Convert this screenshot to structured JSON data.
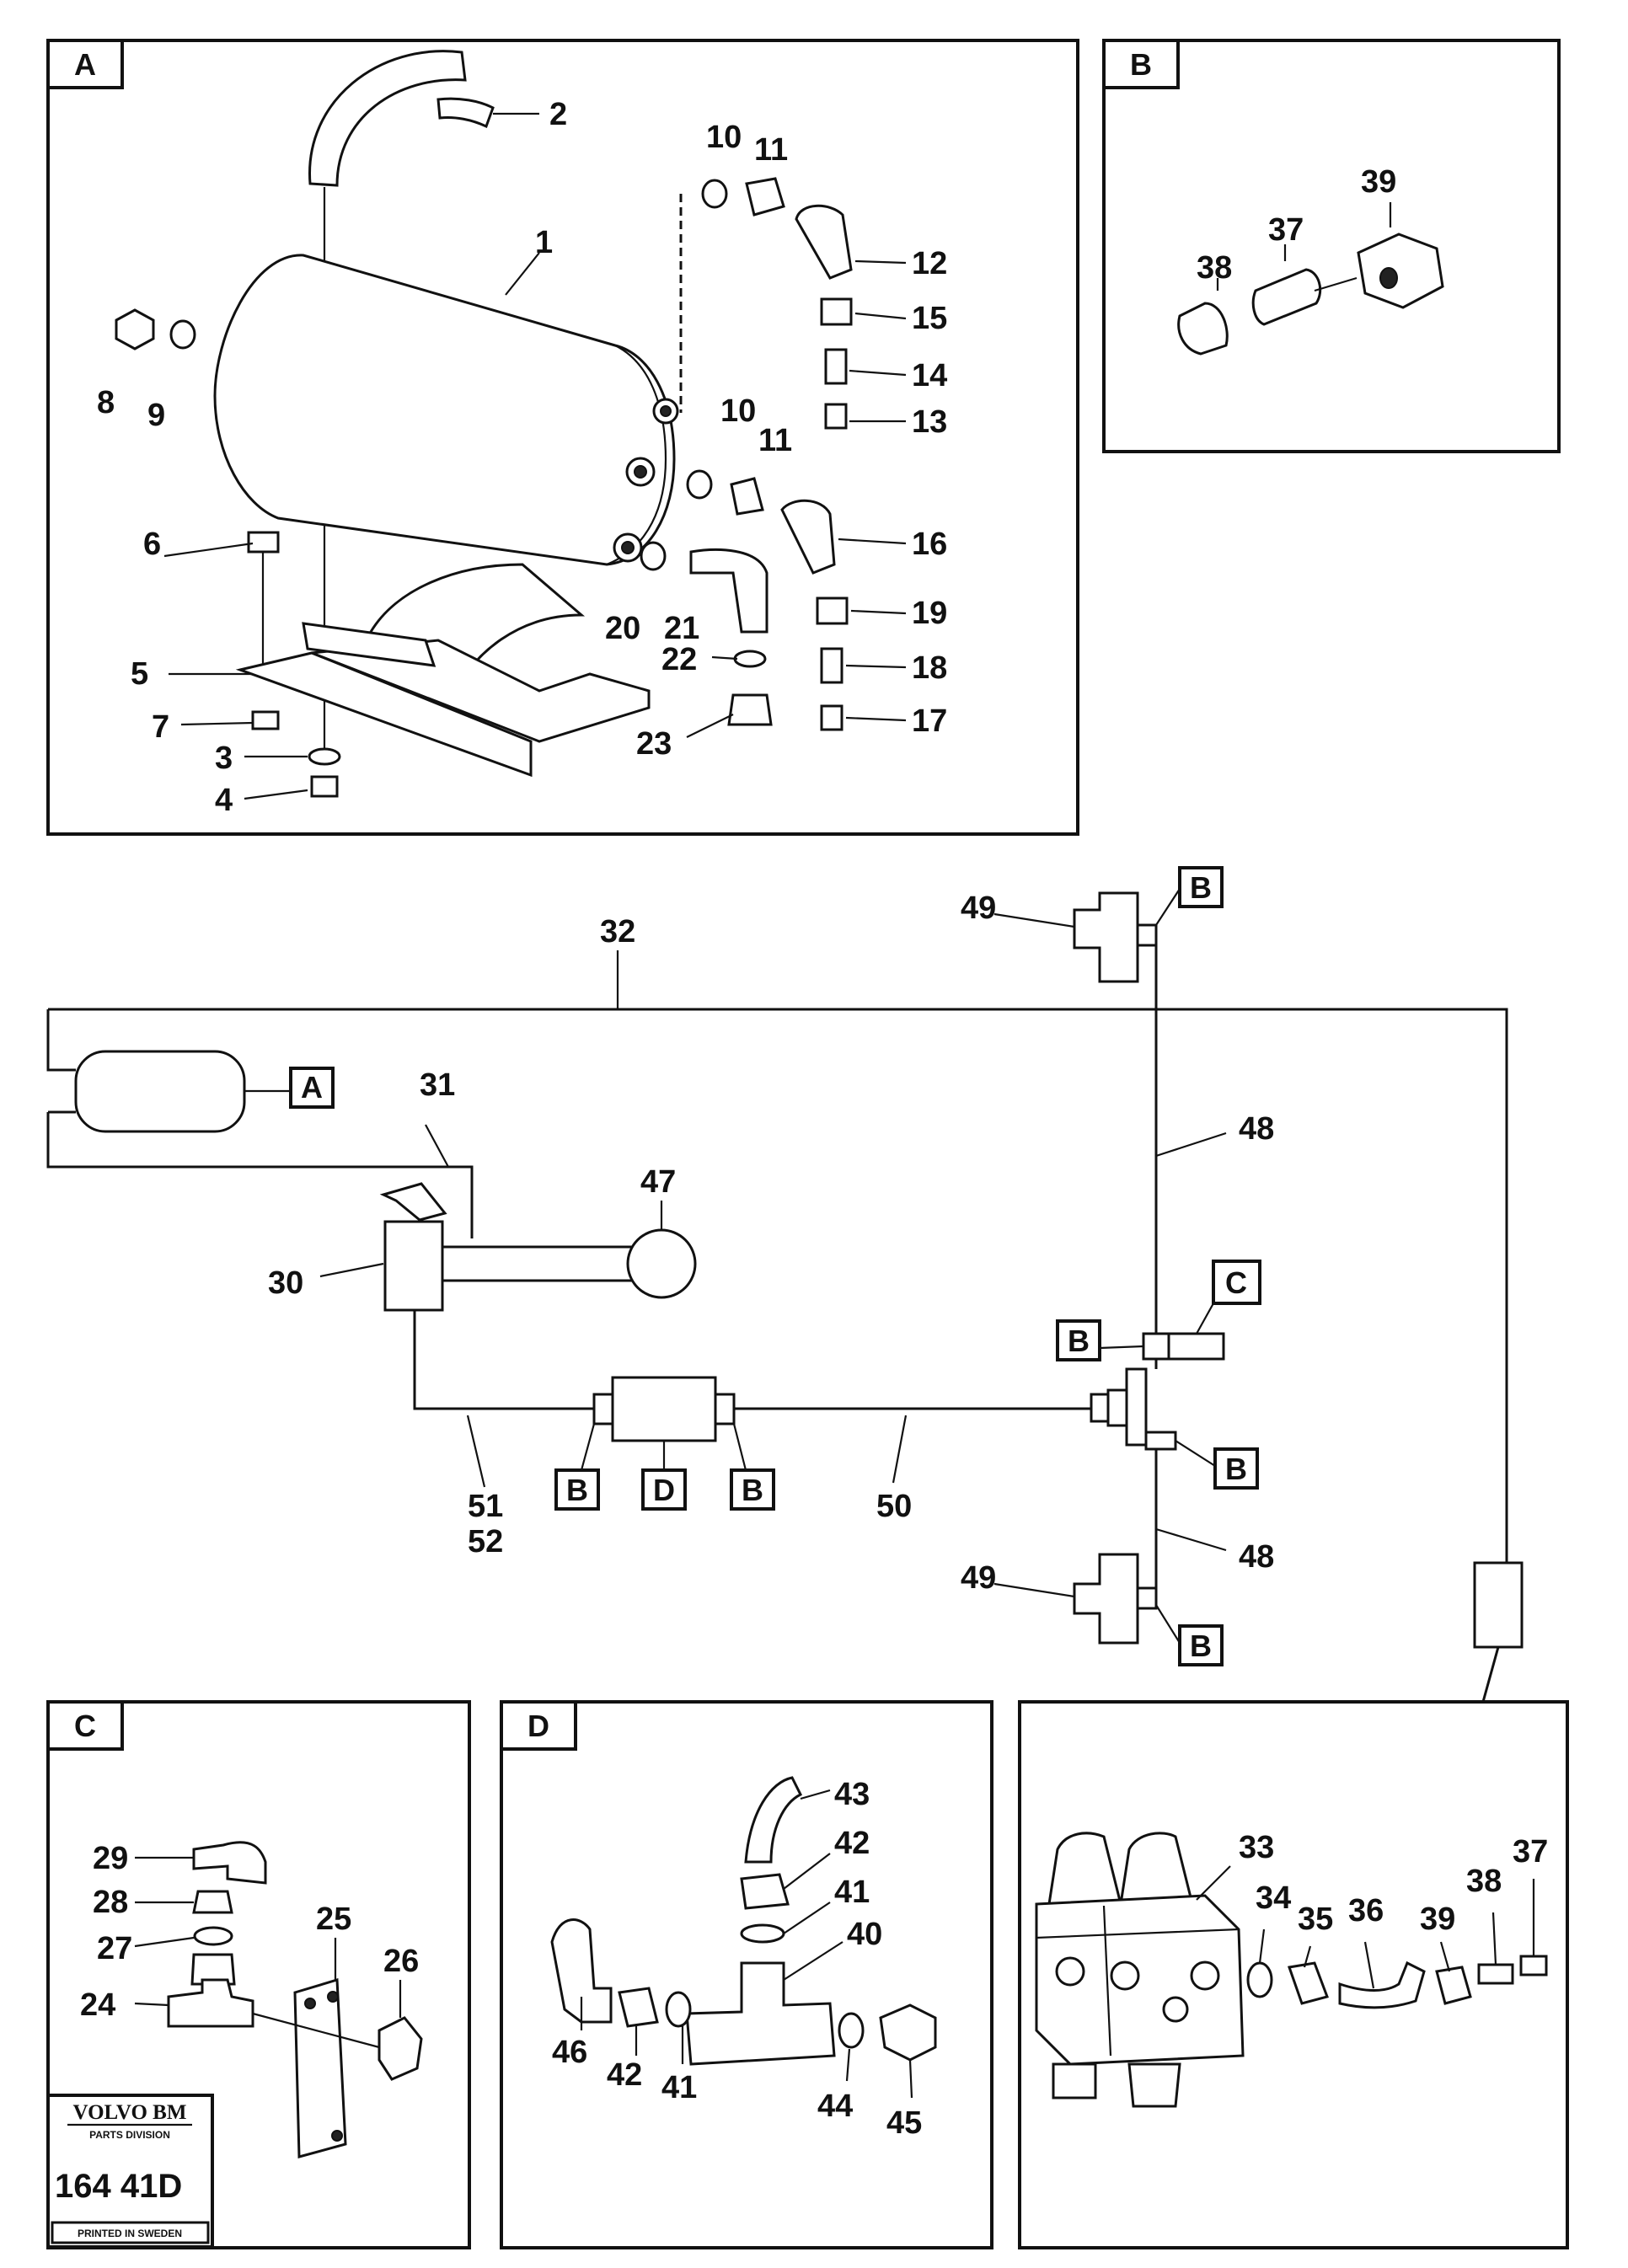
{
  "panels": {
    "A": "A",
    "B": "B",
    "C": "C",
    "D": "D"
  },
  "tags": {
    "tank": "A",
    "b": "B",
    "c": "C",
    "d": "D"
  },
  "part_numbers": {
    "p1": "1",
    "p2": "2",
    "p3": "3",
    "p4": "4",
    "p5": "5",
    "p6": "6",
    "p7": "7",
    "p8": "8",
    "p9": "9",
    "p10": "10",
    "p11": "11",
    "p12": "12",
    "p13": "13",
    "p14": "14",
    "p15": "15",
    "p16": "16",
    "p17": "17",
    "p18": "18",
    "p19": "19",
    "p20": "20",
    "p21": "21",
    "p22": "22",
    "p23": "23",
    "p24": "24",
    "p25": "25",
    "p26": "26",
    "p27": "27",
    "p28": "28",
    "p29": "29",
    "p30": "30",
    "p31": "31",
    "p32": "32",
    "p33": "33",
    "p34": "34",
    "p35": "35",
    "p36": "36",
    "p37": "37",
    "p38": "38",
    "p39": "39",
    "p40": "40",
    "p41": "41",
    "p42": "42",
    "p43": "43",
    "p44": "44",
    "p45": "45",
    "p46": "46",
    "p47": "47",
    "p48": "48",
    "p49": "49",
    "p50": "50",
    "p51": "51",
    "p52": "52"
  },
  "logo": {
    "brand": "VOLVO BM",
    "division": "PARTS DIVISION",
    "code": "164 41D",
    "printed": "PRINTED IN SWEDEN"
  },
  "colors": {
    "ink": "#111111",
    "paper": "#ffffff"
  }
}
